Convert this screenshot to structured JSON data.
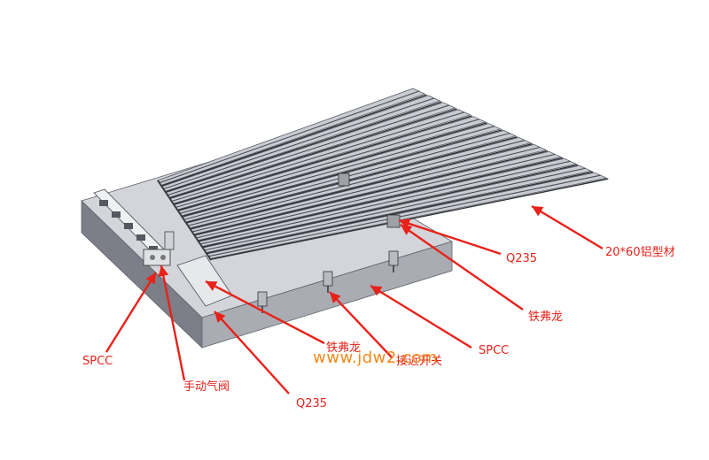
{
  "labels": {
    "aluminum_profile": "20*60铝型材",
    "q235_top": "Q235",
    "teflon_right": "铁弗龙",
    "spcc_right": "SPCC",
    "teflon_bottom": "铁弗龙",
    "proximity_switch": "接近开关",
    "spcc_left": "SPCC",
    "manual_valve": "手动气阀",
    "q235_bottom": "Q235"
  },
  "watermark": "www.jdw2.com",
  "colors": {
    "annotation": "#e8221a",
    "watermark": "#f08a1c",
    "rail_light": "#c9ccd2",
    "rail_dark": "#4a4d56",
    "base_front": "#a9acb3",
    "base_side": "#7c7f87",
    "base_top": "#d3d5da"
  }
}
